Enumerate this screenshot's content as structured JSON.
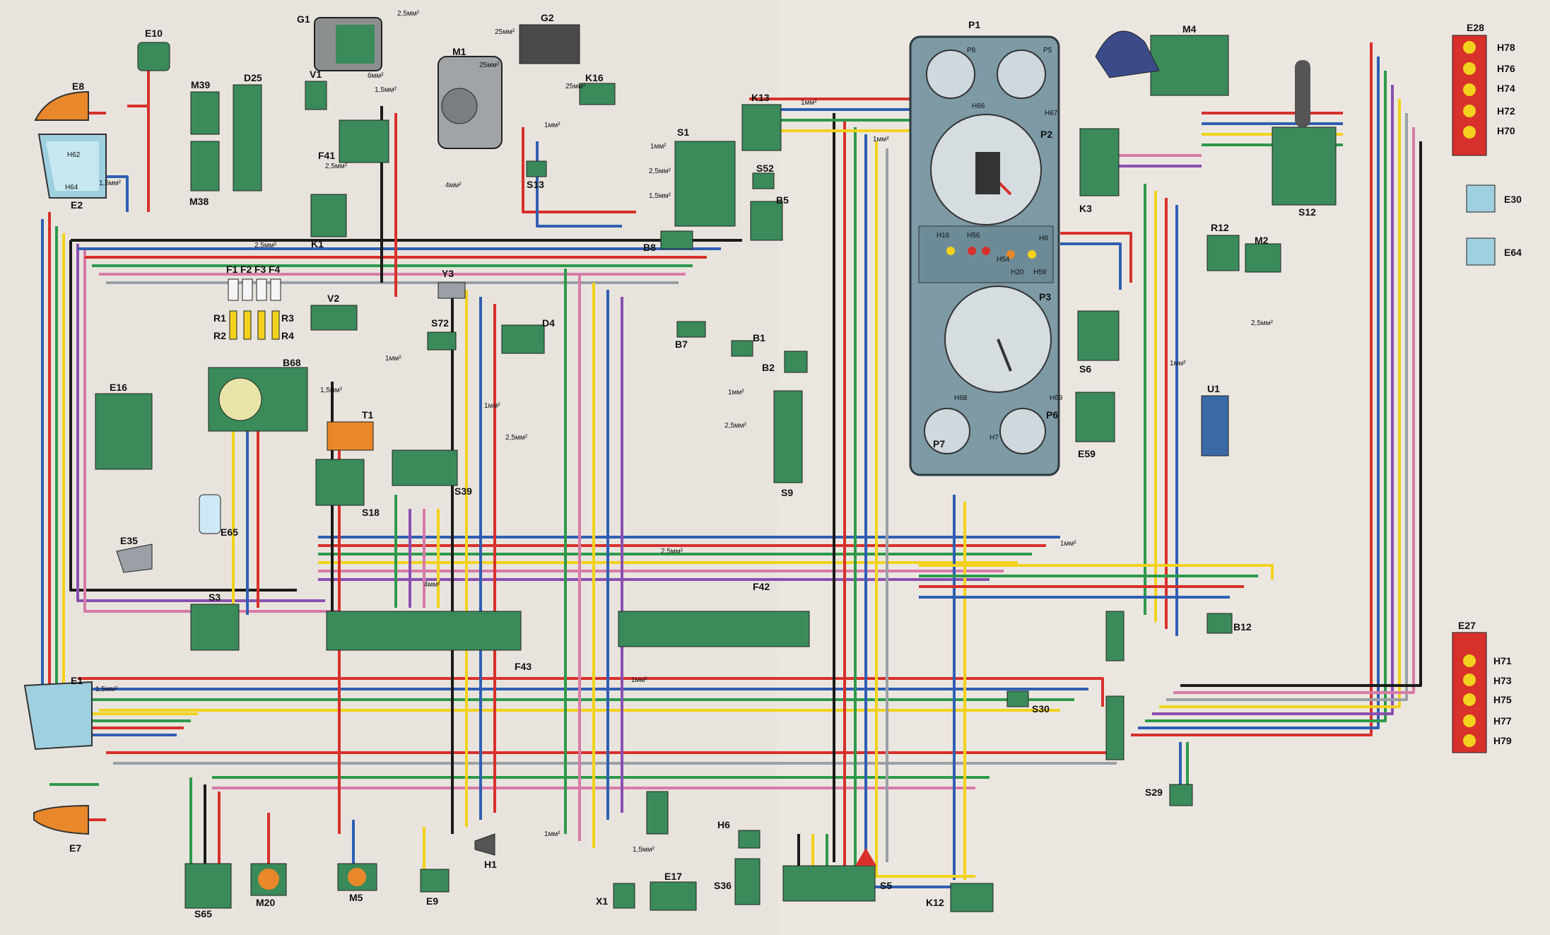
{
  "diagram": {
    "labels": {
      "E10": "E10",
      "E8": "E8",
      "E2": "E2",
      "H62": "H62",
      "H64": "H64",
      "M39": "M39",
      "D25": "D25",
      "M38": "M38",
      "G1": "G1",
      "V1": "V1",
      "M1": "M1",
      "G2": "G2",
      "K16": "K16",
      "F41": "F41",
      "K1": "K1",
      "S13": "S13",
      "S1": "S1",
      "K13": "K13",
      "S52": "S52",
      "B5": "B5",
      "B8": "B8",
      "P1": "P1",
      "P8": "P8",
      "P5": "P5",
      "H66": "H66",
      "H67": "H67",
      "P2": "P2",
      "H16": "H16",
      "H56": "H56",
      "H8": "H8",
      "H54": "H54",
      "H20": "H20",
      "H59": "H59",
      "P3": "P3",
      "H68": "H68",
      "H69": "H69",
      "P7": "P7",
      "H7": "H7",
      "P6": "P6",
      "M4": "M4",
      "E28": "E28",
      "H78": "H78",
      "H76": "H76",
      "H74": "H74",
      "H72": "H72",
      "H70": "H70",
      "K3": "K3",
      "S12": "S12",
      "E30": "E30",
      "E64": "E64",
      "R12": "R12",
      "M2": "M2",
      "S6": "S6",
      "U1": "U1",
      "E59": "E59",
      "F1": "F1",
      "F2": "F2",
      "F3": "F3",
      "F4": "F4",
      "R1": "R1",
      "R2": "R2",
      "R3": "R3",
      "R4": "R4",
      "Y3": "Y3",
      "V2": "V2",
      "S72": "S72",
      "D4": "D4",
      "B68": "B68",
      "T1": "T1",
      "E16": "E16",
      "E65": "E65",
      "S18": "S18",
      "S39": "S39",
      "B7": "B7",
      "B1": "B1",
      "B2": "B2",
      "S9": "S9",
      "E35": "E35",
      "S3": "S3",
      "F43": "F43",
      "F42": "F42",
      "E1": "E1",
      "E7": "E7",
      "S65": "S65",
      "M20": "M20",
      "M5": "M5",
      "E9": "E9",
      "H1": "H1",
      "X1": "X1",
      "E17": "E17",
      "S36": "S36",
      "H6": "H6",
      "S5": "S5",
      "K12": "K12",
      "S30": "S30",
      "S29": "S29",
      "B12": "B12",
      "E27": "E27",
      "H71": "H71",
      "H73": "H73",
      "H75": "H75",
      "H77": "H77",
      "H79": "H79"
    },
    "wire_sizes": {
      "w1": "2,5мм²",
      "w2": "25мм²",
      "w3": "25мм²",
      "w4": "6мм²",
      "w5": "1,5мм²",
      "w6": "25мм²",
      "w7": "1мм²",
      "w8": "1мм²",
      "w9": "2,5мм²",
      "w10": "1,5мм²",
      "w11": "1мм²",
      "w12": "1мм²",
      "w13": "2,5мм²",
      "w14": "1,5мм²",
      "w15": "4мм²",
      "w16": "2,5мм²",
      "w17": "1мм²",
      "w18": "1мм²",
      "w19": "1мм²",
      "w20": "2,5мм²",
      "w21": "1,5мм²",
      "w22": "1,5мм²",
      "w23": "4мм²",
      "w24": "2,5мм²",
      "w25": "1мм²",
      "w26": "1мм²",
      "w27": "1,5мм²",
      "w28": "1мм²",
      "w29": "2,5мм²",
      "w30": "1мм²",
      "w31": "2,5мм²"
    },
    "colors": {
      "red": "#d8302b",
      "blue": "#2f5fb3",
      "green": "#2e9a4a",
      "yellow": "#f2d21c",
      "black": "#1a1a1a",
      "brown": "#9b5a2a",
      "orange": "#e8882a",
      "pink": "#d77aa8",
      "violet": "#8a4fb0",
      "grey": "#9aa0a6",
      "white": "#f5f5f5",
      "darkgreen": "#1e6b3a",
      "component": "#3a8a5a",
      "panel": "#7d9aa5",
      "lamp": "#e44a3a"
    }
  }
}
